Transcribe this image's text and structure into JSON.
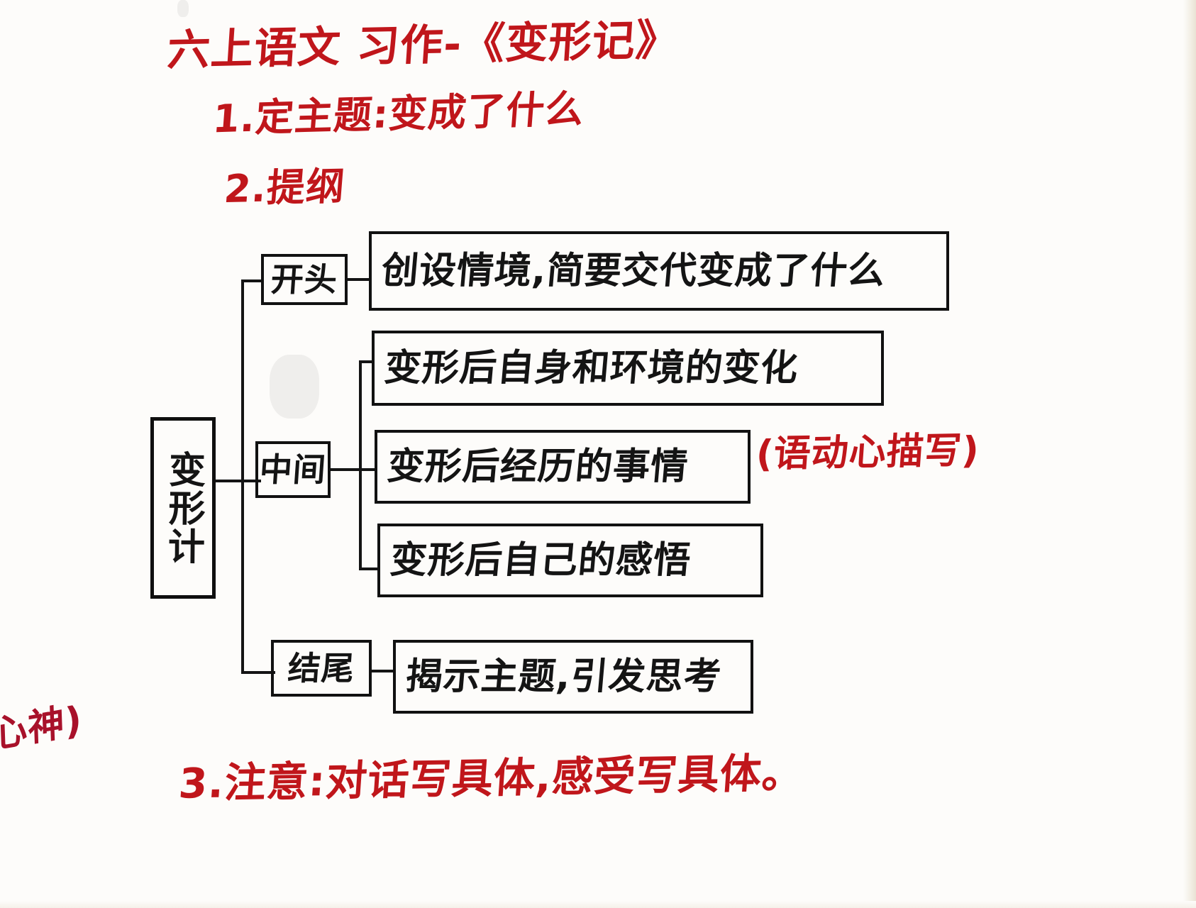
{
  "document": {
    "kind": "handwritten-mindmap-note",
    "title": "六上语文 习作-《变形记》",
    "ink_color": "#141414",
    "accent_color": "#c0161b",
    "paper_color": "#fdfcfa"
  },
  "header": {
    "title": "六上语文 习作-《变形记》",
    "step1": "1.定主题:变成了什么",
    "step2": "2.提纲"
  },
  "mindmap": {
    "root": "变形计",
    "branches": [
      {
        "label": "开头",
        "items": [
          {
            "text": "创设情境,简要交代变成了什么"
          }
        ]
      },
      {
        "label": "中间",
        "items": [
          {
            "text": "变形后自身和环境的变化"
          },
          {
            "text": "变形后经历的事情",
            "annotation": "(语动心描写)"
          },
          {
            "text": "变形后自己的感悟"
          }
        ]
      },
      {
        "label": "结尾",
        "items": [
          {
            "text": "揭示主题,引发思考"
          }
        ]
      }
    ]
  },
  "footer": {
    "step3": "3.注意:对话写具体,感受写具体。",
    "corner_note": "心神)"
  }
}
